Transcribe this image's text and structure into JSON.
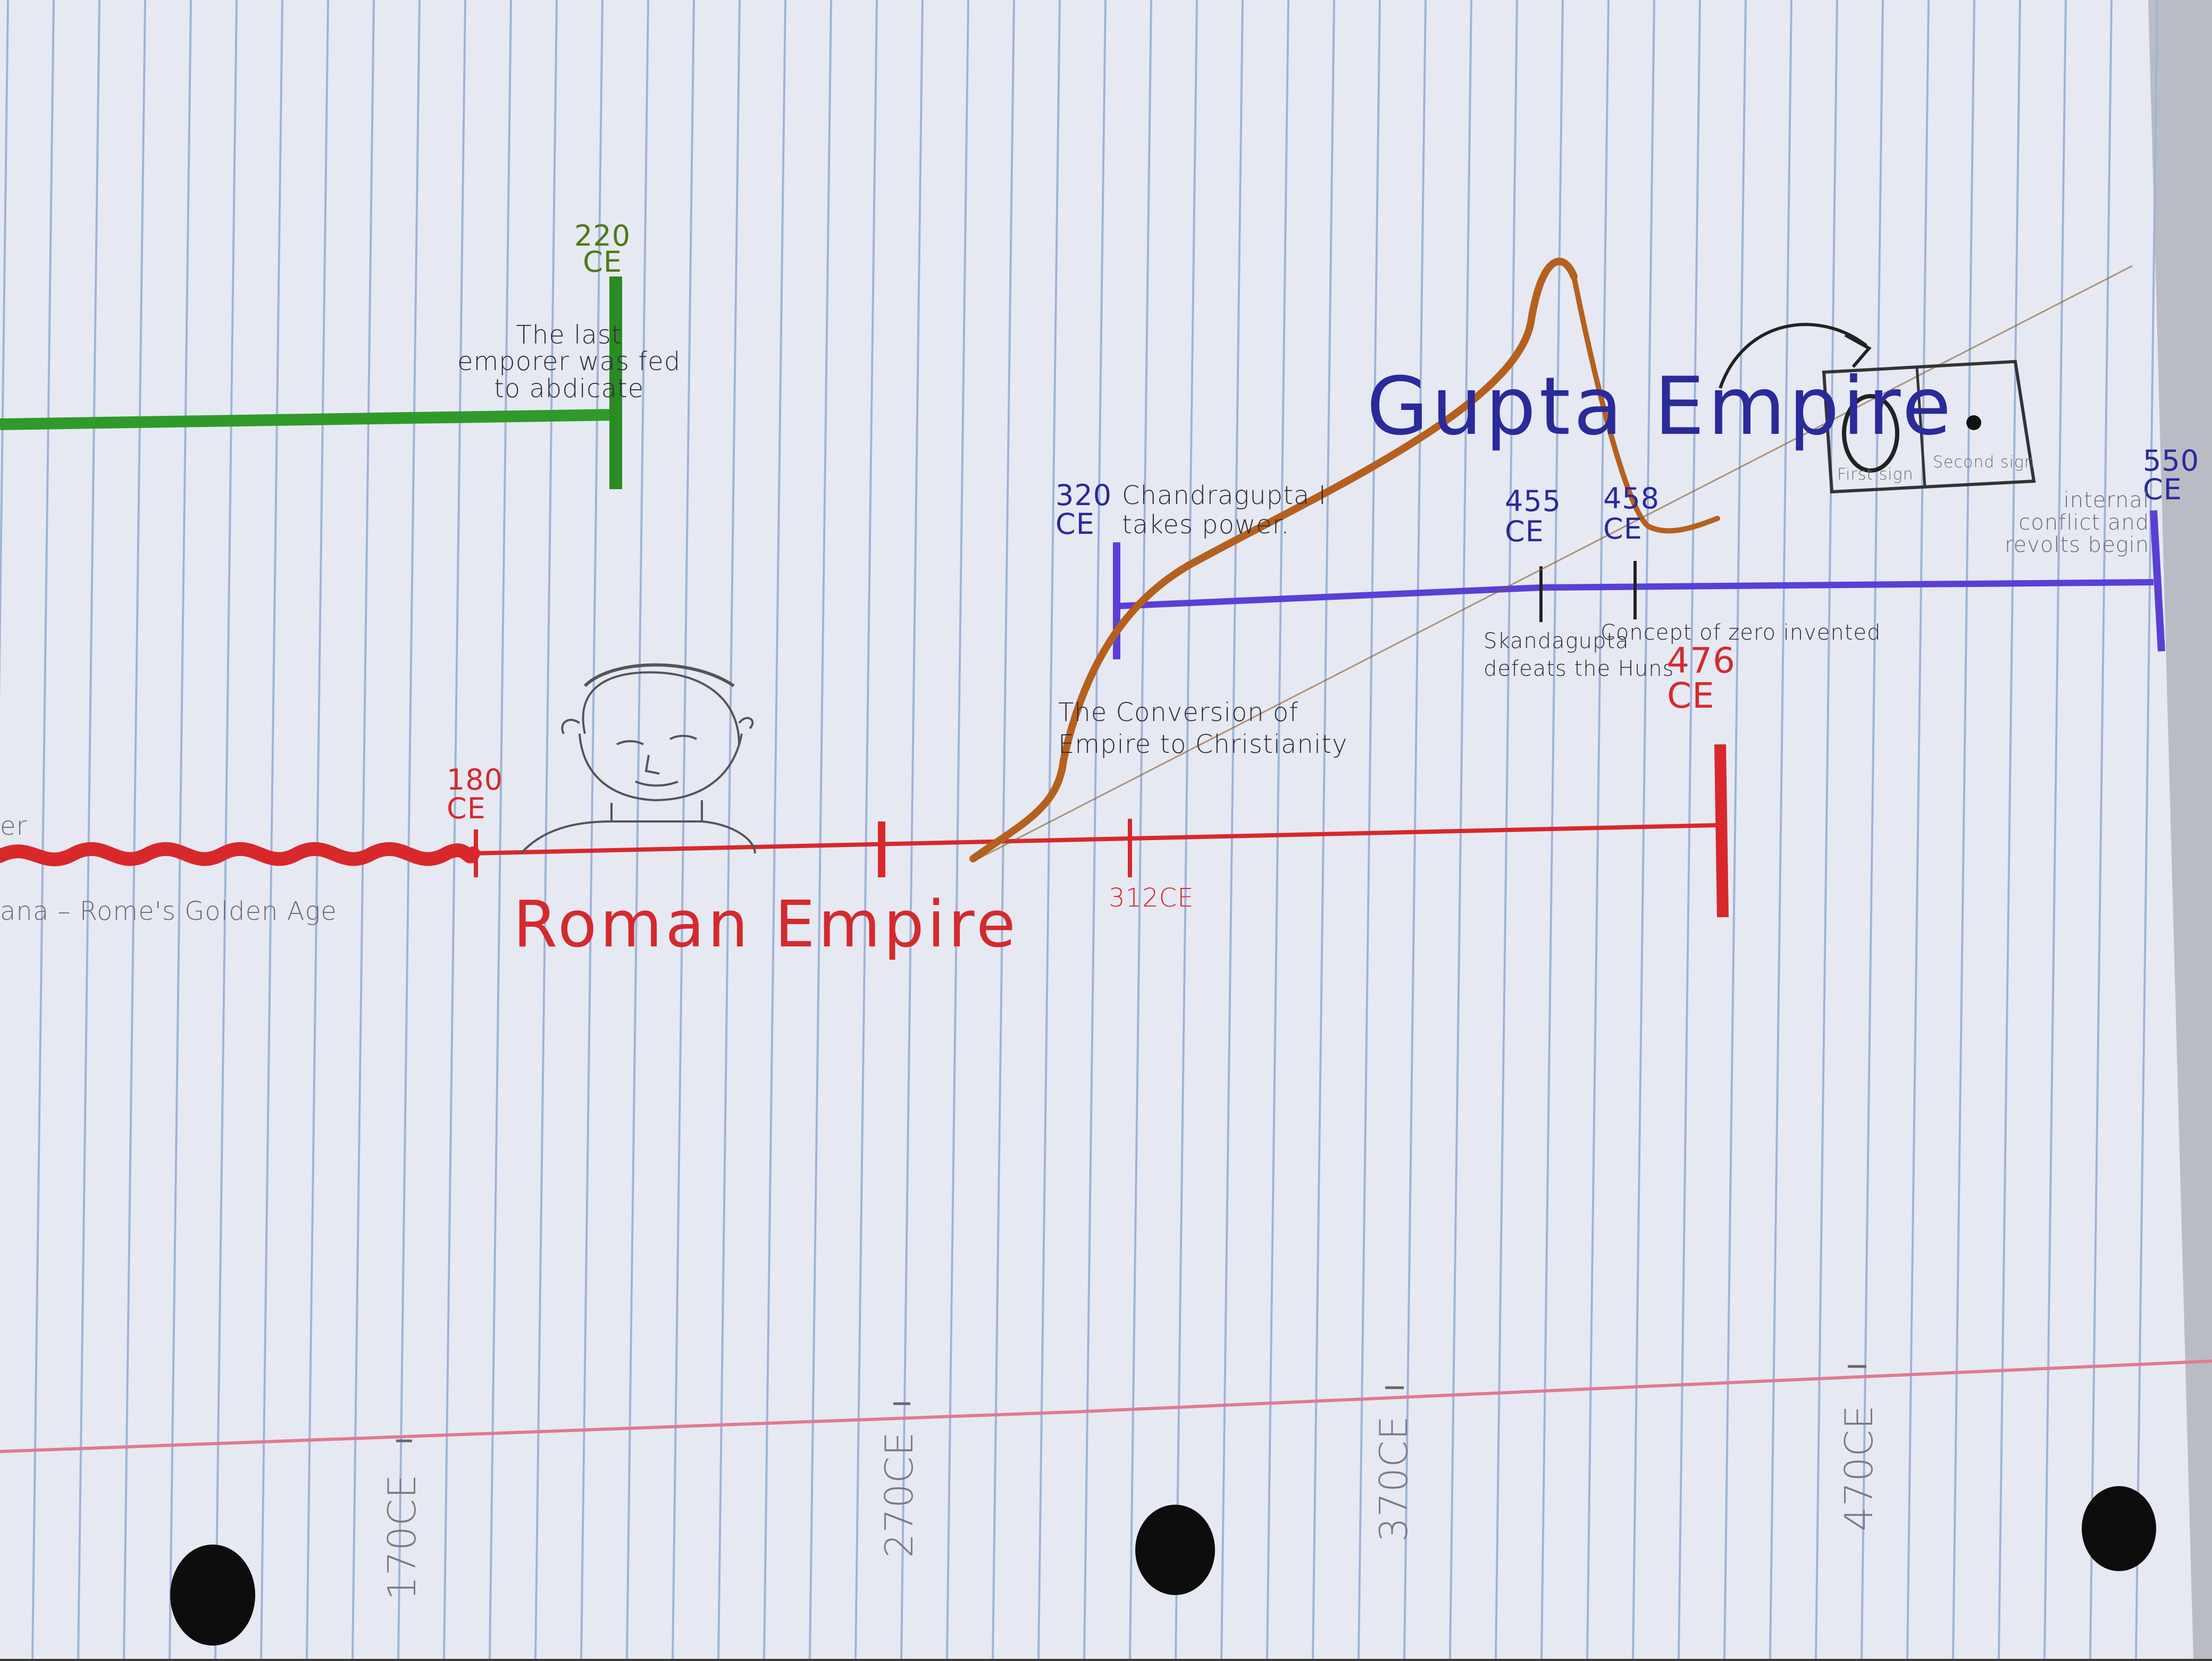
{
  "colors": {
    "paper": "#e9ecf4",
    "rule_blue": "#9fb4d8",
    "margin_red": "#e07a90",
    "green_line": "#2f9a2a",
    "red_line": "#d8282c",
    "purple_line": "#5a3fd6",
    "brown_pen": "#b5601e"
  },
  "green_timeline": {
    "year": "220\nCE",
    "note": "The last\nemporer was fed\nto abdicate"
  },
  "gupta": {
    "title": "Gupta Empire",
    "start_year": "320\nCE",
    "start_note": "Chandragupta I\ntakes power.",
    "event_455_year": "455\nCE",
    "event_455_note": "Skandagupta\ndefeats the Huns",
    "event_458_year": "458\nCE",
    "event_458_note": "Concept of zero invented",
    "end_year": "550\nCE",
    "end_note": "internal\nconflict and\nrevolts begin",
    "inset_left": "First sign",
    "inset_right": "Second sign"
  },
  "roman": {
    "title": "Roman Empire",
    "start_year": "180\nCE",
    "left_note_top": "er",
    "left_note": "ana – Rome's Golden Age",
    "conversion_note": "The Conversion of\nEmpire to Christianity",
    "conversion_year": "312CE",
    "end_year": "476\nCE"
  },
  "axis_labels": [
    "170CE",
    "270CE",
    "370CE",
    "470CE"
  ]
}
